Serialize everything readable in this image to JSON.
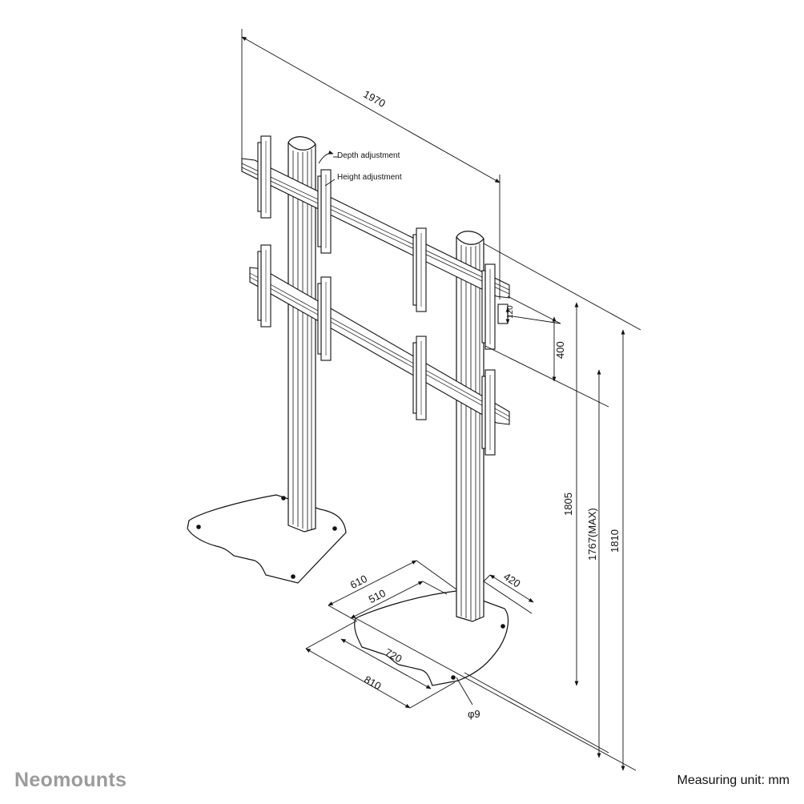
{
  "brand": {
    "name": "Neomounts",
    "logo_color": "#9b9b9b"
  },
  "footer": {
    "measuring_unit": "Measuring unit: mm"
  },
  "annotations": {
    "depth_adjustment": "Depth adjustment",
    "height_adjustment": "Height adjustment"
  },
  "dimensions": {
    "overall_width": "1970",
    "bracket_spacing_small": "120",
    "bracket_spacing": "400",
    "height_1805": "1805",
    "height_max": "1767(MAX)",
    "height_total": "1810",
    "base_depth_outer": "610",
    "base_depth_inner": "510",
    "base_side": "420",
    "base_width_inner": "720",
    "base_width_outer": "810",
    "hole_diameter": "φ9"
  }
}
